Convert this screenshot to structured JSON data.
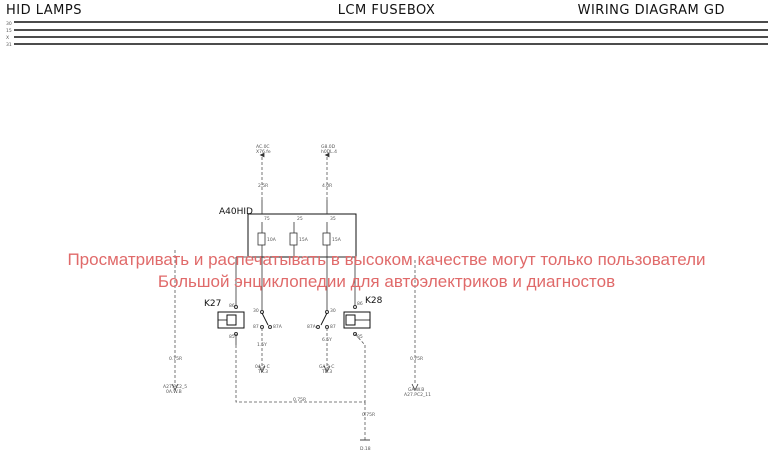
{
  "header": {
    "left": "HID LAMPS",
    "center": "LCM FUSEBOX",
    "right": "WIRING DIAGRAM GD"
  },
  "bus_labels": [
    "30",
    "15",
    "X",
    "31"
  ],
  "top_connectors": {
    "left": {
      "line1": "AC.0C",
      "line2": "X76.fe",
      "wire": "2.5R"
    },
    "right": {
      "line1": "G8.0D",
      "line2": "h0DL.4",
      "wire": "4.0R"
    }
  },
  "fusebox": {
    "name": "A40HID",
    "pins": [
      "75",
      "25",
      "35"
    ],
    "fuses": [
      "10A",
      "15A",
      "15A"
    ]
  },
  "relays": {
    "k27": {
      "name": "K27",
      "pins": [
        "86",
        "30",
        "87",
        "87A",
        "85"
      ]
    },
    "k28": {
      "name": "K28",
      "pins": [
        "86",
        "30",
        "87",
        "87A",
        "85"
      ]
    }
  },
  "wires": {
    "left_out": {
      "gauge": "0.75R",
      "line1": "A27.PC2_5",
      "line2": "0A.W.B"
    },
    "k27_out": {
      "gauge": "1.5Y",
      "line1": "0A.2 C",
      "line2": "TR.3"
    },
    "k28_out": {
      "gauge": "6.5Y",
      "line1": "GA.2 C",
      "line2": "TB.3"
    },
    "right_out": {
      "gauge": "0.75R",
      "line1": "GA.W.B",
      "line2": "A27.PC2_11"
    },
    "link": {
      "gauge": "0.75R"
    },
    "ground": {
      "gauge": "0.75R",
      "label": "D.18"
    }
  },
  "watermark": {
    "line1": "Просматривать и распечатывать в высоком качестве могут только пользователи",
    "line2": "Большой энциклопедии для автоэлектриков и диагностов"
  }
}
